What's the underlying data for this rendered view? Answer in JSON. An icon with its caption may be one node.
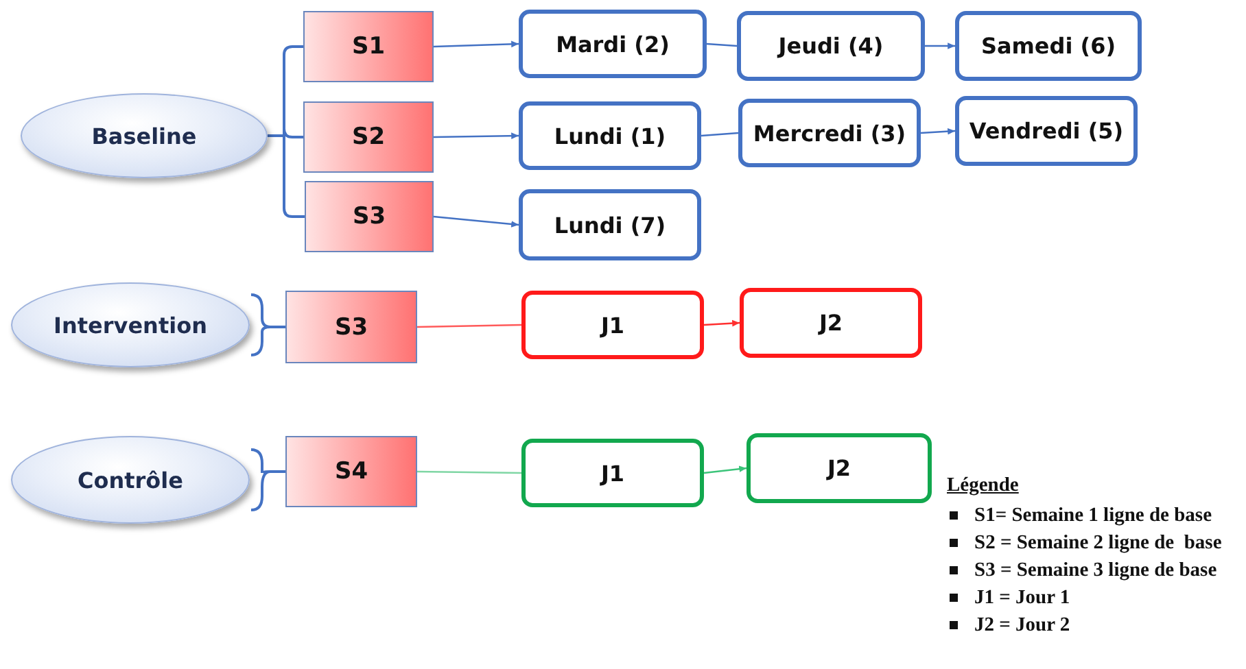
{
  "diagram": {
    "nodes": [
      {
        "text": [
          "Baseline"
        ]
      },
      {
        "text": [
          "S1"
        ]
      },
      {
        "text": [
          "S2"
        ]
      },
      {
        "text": [
          "S3"
        ]
      },
      {
        "text": [
          "Mardi (2)"
        ]
      },
      {
        "text": [
          "Jeudi (4)"
        ]
      },
      {
        "text": [
          "Samedi (6)"
        ]
      },
      {
        "text": [
          "Lundi (1)"
        ]
      },
      {
        "text": [
          "Mercredi (3)"
        ]
      },
      {
        "text": [
          "Vendredi (5)"
        ]
      },
      {
        "text": [
          "Lundi (7)"
        ]
      },
      {
        "text": [
          "Intervention"
        ]
      },
      {
        "text": [
          "S3"
        ]
      },
      {
        "text": [
          "J1"
        ]
      },
      {
        "text": [
          "J2"
        ]
      },
      {
        "text": [
          "Contrôle"
        ]
      },
      {
        "text": [
          "S4"
        ]
      },
      {
        "text": [
          "J1"
        ]
      },
      {
        "text": [
          "J2"
        ]
      }
    ],
    "edges": [
      {
        "from": 0,
        "to": 1,
        "arrow": "none"
      },
      {
        "from": 0,
        "to": 2,
        "arrow": "none"
      },
      {
        "from": 0,
        "to": 3,
        "arrow": "none"
      },
      {
        "from": 1,
        "to": 4,
        "arrow": "to"
      },
      {
        "from": 4,
        "to": 5,
        "arrow": "none"
      },
      {
        "from": 5,
        "to": 6,
        "arrow": "to"
      },
      {
        "from": 2,
        "to": 7,
        "arrow": "to"
      },
      {
        "from": 7,
        "to": 8,
        "arrow": "none"
      },
      {
        "from": 8,
        "to": 9,
        "arrow": "to"
      },
      {
        "from": 3,
        "to": 10,
        "arrow": "to"
      },
      {
        "from": 11,
        "to": 12,
        "arrow": "none"
      },
      {
        "from": 12,
        "to": 13,
        "arrow": "none",
        "color": "#ff5a5a"
      },
      {
        "from": 13,
        "to": 14,
        "arrow": "to",
        "color": "#ff3030"
      },
      {
        "from": 15,
        "to": 16,
        "arrow": "none"
      },
      {
        "from": 16,
        "to": 17,
        "arrow": "none",
        "color": "#7fd6a4"
      },
      {
        "from": 17,
        "to": 18,
        "arrow": "to",
        "color": "#3cc47a"
      }
    ],
    "labels": [
      "Légende"
    ],
    "legend": [
      {
        "text": "S1= Semaine 1 ligne de base"
      },
      {
        "text": "S2 = Semaine 2 ligne de  base"
      },
      {
        "text": "S3 = Semaine 3 ligne de base"
      },
      {
        "text": "J1 = Jour 1"
      },
      {
        "text": "J2 = Jour 2"
      }
    ]
  }
}
